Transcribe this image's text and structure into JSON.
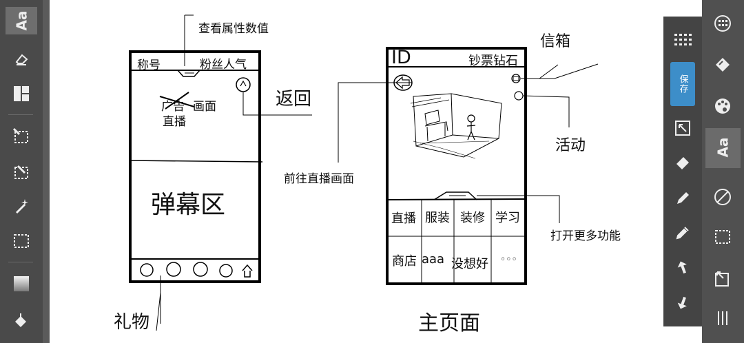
{
  "left_toolbar": {
    "text_tool_label": "Aa",
    "tools": [
      "text-tool-icon",
      "eraser-icon",
      "layers-icon",
      "select-transform-icon",
      "select-rect-edit-icon",
      "magic-wand-icon",
      "rect-select-icon",
      "gradient-icon",
      "fill-icon"
    ]
  },
  "right_toolbar": {
    "save_label": "保存",
    "text_label": "Aa"
  },
  "sketch": {
    "phone1": {
      "top_left": "称号",
      "top_right": "粉丝人气",
      "top_note": "查看属性数值",
      "crossed": "广告",
      "screen_text": "画面",
      "screen_text2": "直播",
      "back_label": "返回",
      "danmaku": "弹幕区",
      "gift_label": "礼物"
    },
    "phone2": {
      "id_label": "ID",
      "currency": "钞票钻石",
      "mailbox": "信箱",
      "activity": "活动",
      "goto_live": "前往直播画面",
      "more_functions": "打开更多功能",
      "grid_row1": [
        "直播",
        "服装",
        "装修",
        "学习"
      ],
      "grid_row2": [
        "商店",
        "aaa",
        "没想好",
        "◦◦◦"
      ],
      "page_title": "主页面"
    }
  }
}
